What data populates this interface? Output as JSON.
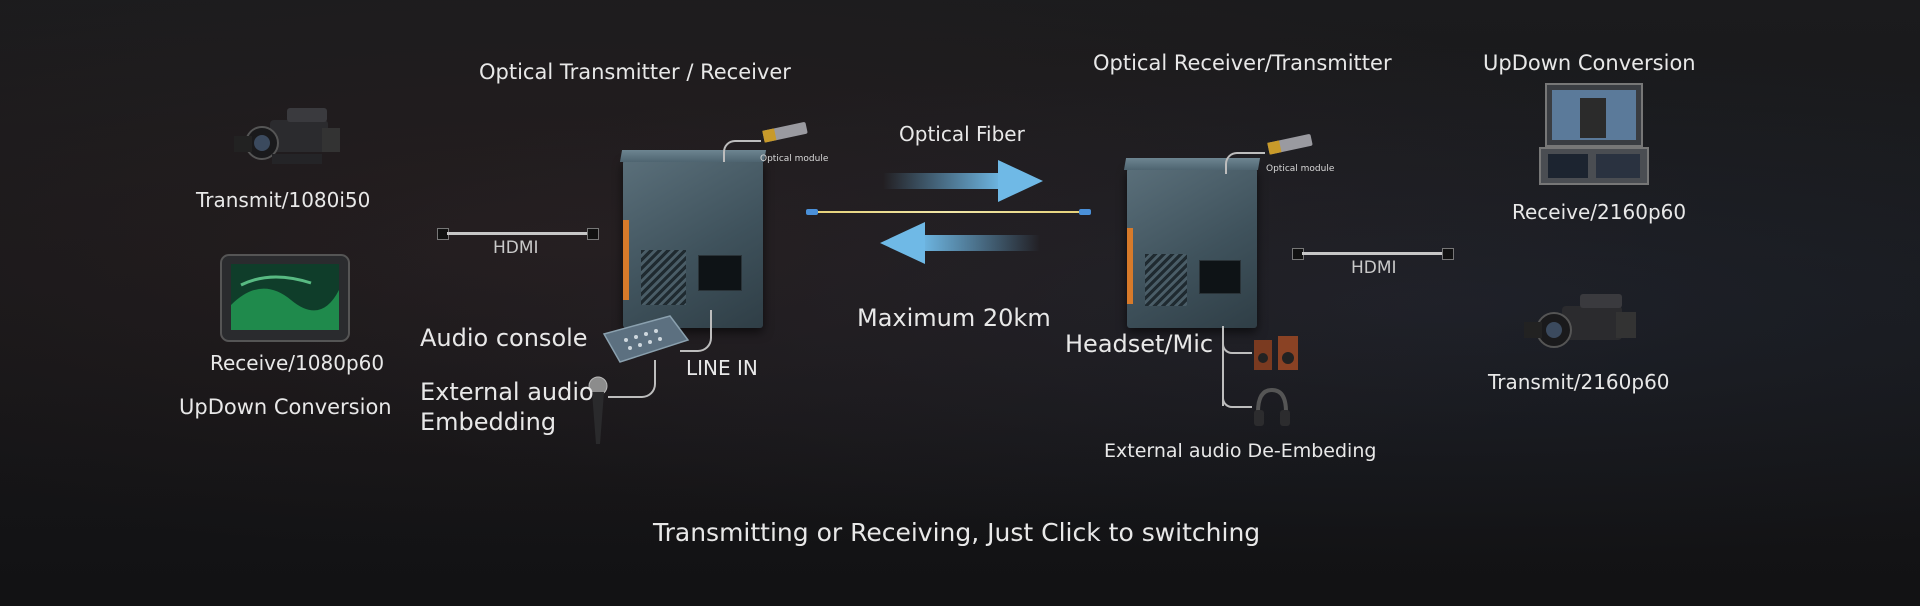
{
  "left": {
    "title": "Optical Transmitter / Receiver",
    "camera_label": "Transmit/1080i50",
    "monitor_label": "Receive/1080p60",
    "conversion_label": "UpDown Conversion",
    "hdmi_label": "HDMI",
    "audio_console_label": "Audio console",
    "external_audio_line1": "External audio",
    "external_audio_line2": "Embedding",
    "line_in_label": "LINE IN",
    "optical_module_label": "Optical module"
  },
  "middle": {
    "fiber_label": "Optical Fiber",
    "distance_label": "Maximum 20km"
  },
  "right": {
    "title": "Optical Receiver/Transmitter",
    "conversion_title": "UpDown Conversion",
    "monitor_label": "Receive/2160p60",
    "camera_label": "Transmit/2160p60",
    "hdmi_label": "HDMI",
    "headset_label": "Headset/Mic",
    "deembed_label": "External audio De-Embeding",
    "optical_module_label": "Optical module"
  },
  "footer": {
    "tagline": "Transmitting or Receiving,  Just Click to switching"
  },
  "colors": {
    "arrow_blue": "#6fb9e6",
    "accent_orange": "#d77a2a",
    "device_body": "#4a5f69"
  },
  "icons": [
    "camera-icon",
    "monitor-icon",
    "audio-mixer-icon",
    "microphone-icon",
    "speaker-icon",
    "headset-icon",
    "optical-module-icon",
    "fiber-cable-icon",
    "hdmi-cable-icon"
  ]
}
